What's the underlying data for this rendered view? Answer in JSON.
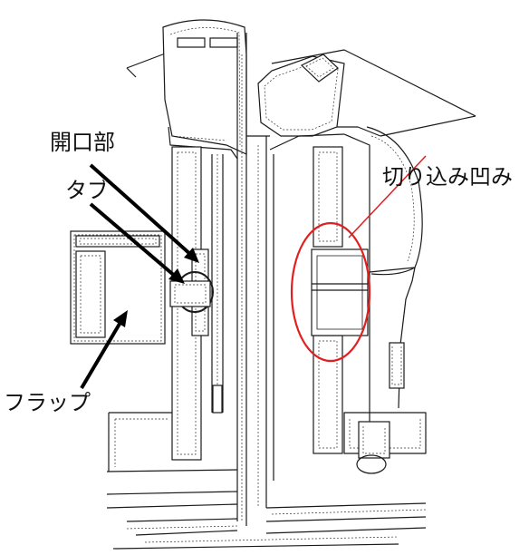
{
  "labels": {
    "opening": "開口部",
    "tab": "タブ",
    "flap": "フラップ",
    "notch": "切り込み凹み"
  },
  "colors": {
    "line": "#1a1a1a",
    "arrow": "#000000",
    "highlight": "#e02020",
    "background": "#ffffff"
  }
}
